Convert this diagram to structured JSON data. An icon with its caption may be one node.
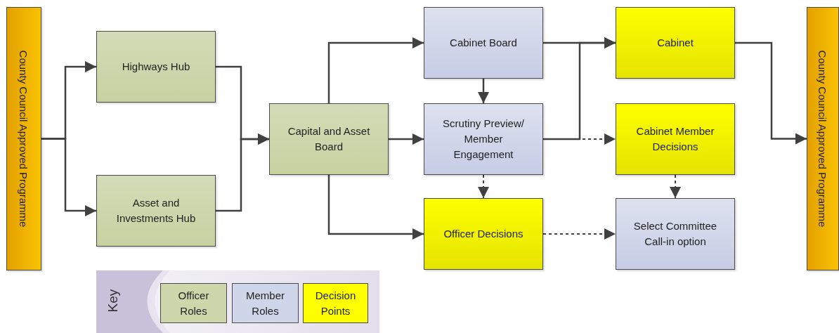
{
  "diagram": {
    "nodes": [
      {
        "text": [
          "County Council Approved Programme"
        ]
      },
      {
        "text": [
          "Highways Hub"
        ]
      },
      {
        "text": [
          "Asset and Investments Hub"
        ]
      },
      {
        "text": [
          "Capital and Asset Board"
        ]
      },
      {
        "text": [
          "Cabinet Board"
        ]
      },
      {
        "text": [
          "Scrutiny Preview/ Member Engagement"
        ]
      },
      {
        "text": [
          "Officer Decisions"
        ]
      },
      {
        "text": [
          "Cabinet"
        ]
      },
      {
        "text": [
          "Cabinet Member Decisions"
        ]
      },
      {
        "text": [
          "Select Committee Call-in option"
        ]
      },
      {
        "text": [
          "County Council Approved Programme"
        ]
      }
    ],
    "edges": [
      {
        "from": 0,
        "to": 1,
        "arrow": "to"
      },
      {
        "from": 0,
        "to": 2,
        "arrow": "to"
      },
      {
        "from": 1,
        "to": 3,
        "arrow": "to"
      },
      {
        "from": 2,
        "to": 3,
        "arrow": "to"
      },
      {
        "from": 3,
        "to": 4,
        "arrow": "to"
      },
      {
        "from": 3,
        "to": 5,
        "arrow": "to"
      },
      {
        "from": 3,
        "to": 6,
        "arrow": "to"
      },
      {
        "from": 4,
        "to": 5,
        "arrow": "to"
      },
      {
        "from": 4,
        "to": 7,
        "arrow": "to"
      },
      {
        "from": 5,
        "to": 7,
        "arrow": "to"
      },
      {
        "from": 5,
        "to": 8,
        "arrow": "to",
        "style": "dashed"
      },
      {
        "from": 5,
        "to": 6,
        "arrow": "to",
        "style": "dashed"
      },
      {
        "from": 8,
        "to": 9,
        "arrow": "to",
        "style": "dashed"
      },
      {
        "from": 6,
        "to": 9,
        "arrow": "to",
        "style": "dashed"
      },
      {
        "from": 7,
        "to": 10,
        "arrow": "to"
      }
    ],
    "labels": [
      "Key"
    ],
    "legend": [
      {
        "text": "Officer Roles",
        "color": "#cdd7ab"
      },
      {
        "text": "Member Roles",
        "color": "#d0d6ea"
      },
      {
        "text": "Decision Points",
        "color": "#ffff00"
      }
    ]
  }
}
